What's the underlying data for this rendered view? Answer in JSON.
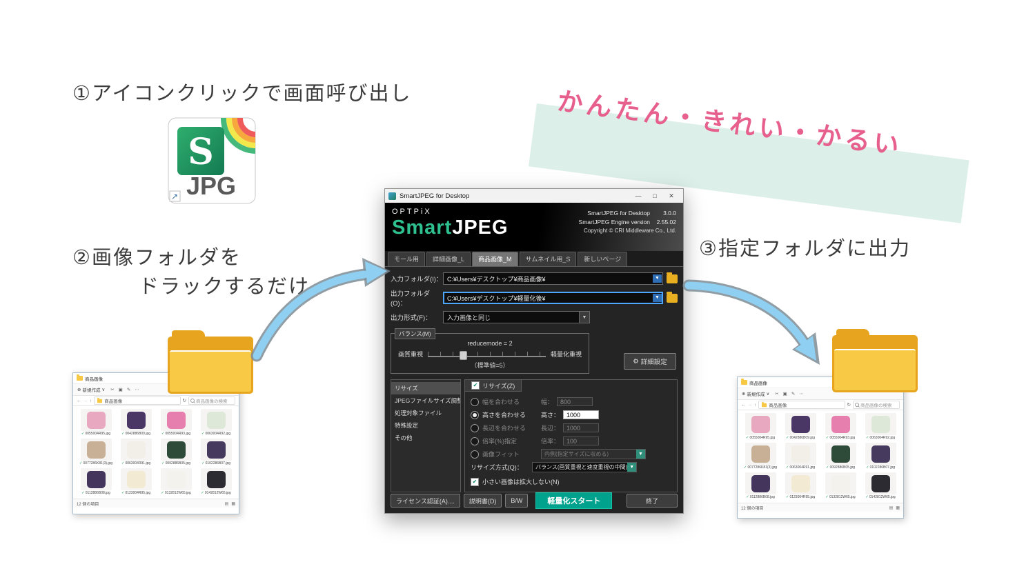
{
  "steps": {
    "step1": "①アイコンクリックで画面呼び出し",
    "step2_line1": "②画像フォルダを",
    "step2_line2": "ドラックするだけ",
    "step3": "③指定フォルダに出力"
  },
  "banner": {
    "text": "かんたん・きれい・かるい",
    "color": "#e75f8d",
    "bg": "#dcefe9"
  },
  "sjpg_icon": {
    "s_letter": "S",
    "jpg_label": "JPG",
    "shortcut_arrow": "↗"
  },
  "icons": {
    "minimize": "—",
    "maximize": "□",
    "close": "✕",
    "dropdown": "▼",
    "check": "✔",
    "gear": "⚙",
    "back": "←",
    "forward": "→",
    "up": "↑",
    "chevron_down": "∨",
    "new": "⊕",
    "cut": "✂",
    "copy": "▣",
    "rename": "✎",
    "more": "⋯",
    "refresh": "↻",
    "file_check": "✓",
    "view_list": "▤",
    "view_grid": "▦"
  },
  "app": {
    "title": "SmartJPEG for Desktop",
    "brand": {
      "optpix": "OPTPiX",
      "smart": "Smart",
      "jpeg": "JPEG"
    },
    "version": {
      "line1_label": "SmartJPEG for Desktop",
      "line1_value": "3.0.0",
      "line2_label": "SmartJPEG Engine version",
      "line2_value": "2.55.02",
      "copyright": "Copyright © CRI Middleware Co., Ltd."
    },
    "tabs": [
      {
        "label": "モール用"
      },
      {
        "label": "詳細画像_L"
      },
      {
        "label": "商品画像_M"
      },
      {
        "label": "サムネイル用_S"
      },
      {
        "label": "新しいページ"
      }
    ],
    "form": {
      "input_folder_label": "入力フォルダ(I)：",
      "input_folder_value": "C:¥Users¥デスクトップ¥商品画像¥",
      "output_folder_label": "出力フォルダ(O)：",
      "output_folder_value": "C:¥Users¥デスクトップ¥軽量化後¥",
      "format_label": "出力形式(F)：",
      "format_value": "入力画像と同じ"
    },
    "balance": {
      "group_label": "バランス(M)",
      "mode_text": "reducemode =  2",
      "left": "画質重視",
      "right": "軽量化重視",
      "std": "（標準値=5）",
      "detail_button": "詳細設定"
    },
    "side_items": [
      {
        "label": "リサイズ"
      },
      {
        "label": "JPEGファイルサイズ調整"
      },
      {
        "label": "処理対象ファイル"
      },
      {
        "label": "特殊設定"
      },
      {
        "label": "その他"
      }
    ],
    "resize": {
      "tab": "リサイズ(Z)",
      "rows": [
        {
          "radio": "幅を合わせる",
          "field": "幅：",
          "value": "800"
        },
        {
          "radio": "高さを合わせる",
          "field": "高さ：",
          "value": "1000"
        },
        {
          "radio": "長辺を合わせる",
          "field": "長辺：",
          "value": "1000"
        },
        {
          "radio": "倍率(%)指定",
          "field": "倍率：",
          "value": "100"
        }
      ],
      "fit_radio": "画像フィット",
      "fit_value": "内側(指定サイズに収める)",
      "method_label": "リサイズ方式(Q)：",
      "method_value": "バランス(画質重視と速度重視の中間)",
      "no_upscale": "小さい画像は拡大しない(N)"
    },
    "footer": {
      "license": "ライセンス認証(A)....",
      "manual": "説明書(D)",
      "bw": "B/W",
      "start": "軽量化スタート",
      "exit": "終了"
    }
  },
  "explorer": {
    "title": "商品画像",
    "new_button": "新規作成",
    "address": "商品画像",
    "search": "商品画像の検索",
    "status": "12 個の項目",
    "files": [
      {
        "name": "0055004R95.jpg",
        "color": "#e8a9c0"
      },
      {
        "name": "0042886B09.jpg",
        "color": "#4a3766"
      },
      {
        "name": "0055004R93.jpg",
        "color": "#e77fae"
      },
      {
        "name": "0063004R92.jpg",
        "color": "#dde8d8"
      },
      {
        "name": "0077286K81(3).jpg",
        "color": "#c8b096"
      },
      {
        "name": "0063004R91.jpg",
        "color": "#f1efe8"
      },
      {
        "name": "0092886B05.jpg",
        "color": "#2e4b39"
      },
      {
        "name": "0102286B07.jpg",
        "color": "#463a5e"
      },
      {
        "name": "0112886B08.jpg",
        "color": "#43355c"
      },
      {
        "name": "0123004R95.jpg",
        "color": "#f2ead2"
      },
      {
        "name": "0132812W65.jpg",
        "color": "#f4f2ec"
      },
      {
        "name": "0142812W65.jpg",
        "color": "#2b2b31"
      }
    ]
  }
}
